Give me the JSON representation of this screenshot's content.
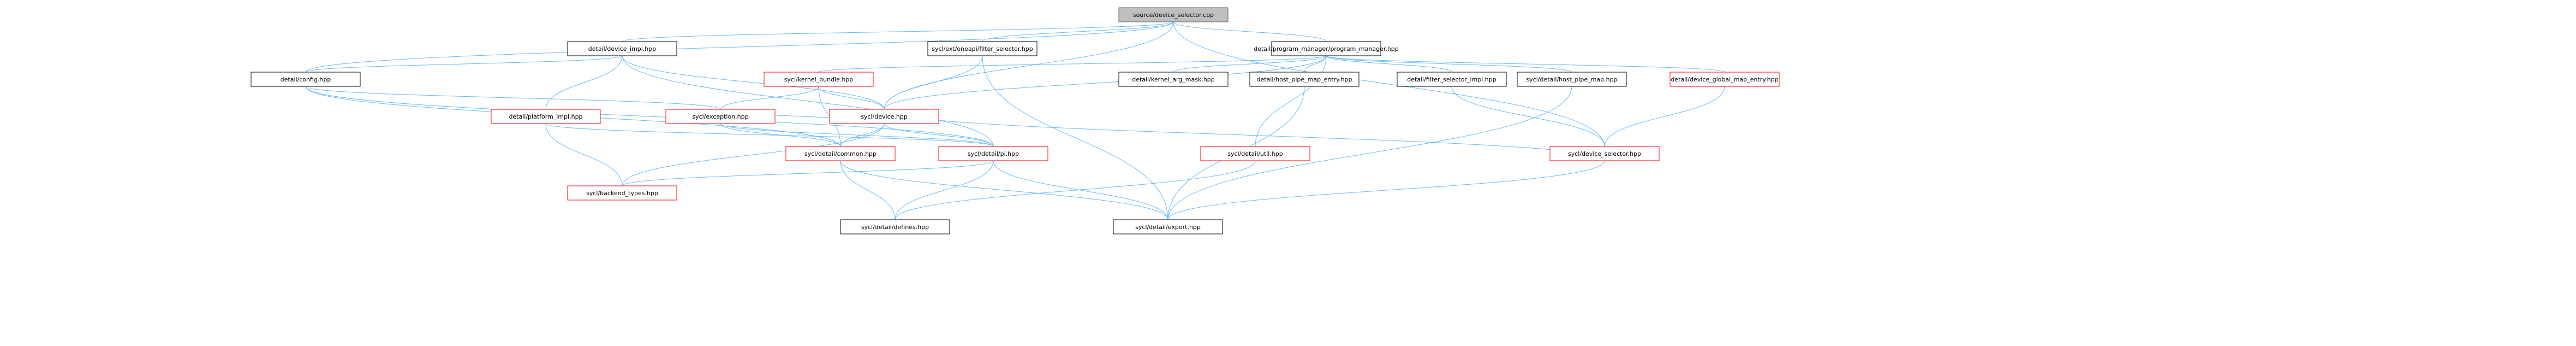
{
  "root": {
    "id": "root",
    "label": "source/device_selector.cpp",
    "fill": "#bfbfbf",
    "stroke": "#666666"
  },
  "nodes": [
    {
      "id": "n1",
      "label": "detail/device_impl.hpp",
      "fill": "#ffffff",
      "stroke": "#000000"
    },
    {
      "id": "n2",
      "label": "detail/config.hpp",
      "fill": "#ffffff",
      "stroke": "#000000"
    },
    {
      "id": "n3",
      "label": "detail/program_manager/program_manager.hpp",
      "fill": "#ffffff",
      "stroke": "#000000"
    },
    {
      "id": "n4",
      "label": "detail/kernel_arg_mask.hpp",
      "fill": "#ffffff",
      "stroke": "#000000"
    },
    {
      "id": "n5",
      "label": "detail/host_pipe_map_entry.hpp",
      "fill": "#ffffff",
      "stroke": "#000000"
    },
    {
      "id": "n6",
      "label": "detail/filter_selector_impl.hpp",
      "fill": "#ffffff",
      "stroke": "#000000"
    },
    {
      "id": "n7",
      "label": "sycl/detail/host_pipe_map.hpp",
      "fill": "#ffffff",
      "stroke": "#000000"
    },
    {
      "id": "n8",
      "label": "detail/device_global_map_entry.hpp",
      "fill": "#ffffff",
      "stroke": "#ff0000"
    },
    {
      "id": "n9",
      "label": "sycl/ext/oneapi/filter_selector.hpp",
      "fill": "#ffffff",
      "stroke": "#000000"
    },
    {
      "id": "n10",
      "label": "sycl/kernel_bundle.hpp",
      "fill": "#ffffff",
      "stroke": "#ff0000"
    },
    {
      "id": "n11",
      "label": "sycl/device.hpp",
      "fill": "#ffffff",
      "stroke": "#ff0000"
    },
    {
      "id": "n12",
      "label": "sycl/exception.hpp",
      "fill": "#ffffff",
      "stroke": "#ff0000"
    },
    {
      "id": "n13",
      "label": "detail/platform_impl.hpp",
      "fill": "#ffffff",
      "stroke": "#ff0000"
    },
    {
      "id": "n14",
      "label": "sycl/detail/common.hpp",
      "fill": "#ffffff",
      "stroke": "#ff0000"
    },
    {
      "id": "n15",
      "label": "sycl/detail/pi.hpp",
      "fill": "#ffffff",
      "stroke": "#ff0000"
    },
    {
      "id": "n16",
      "label": "sycl/detail/util.hpp",
      "fill": "#ffffff",
      "stroke": "#ff0000"
    },
    {
      "id": "n17",
      "label": "sycl/device_selector.hpp",
      "fill": "#ffffff",
      "stroke": "#ff0000"
    },
    {
      "id": "n18",
      "label": "sycl/detail/defines.hpp",
      "fill": "#ffffff",
      "stroke": "#000000"
    },
    {
      "id": "n19",
      "label": "sycl/detail/export.hpp",
      "fill": "#ffffff",
      "stroke": "#000000"
    },
    {
      "id": "n20",
      "label": "sycl/backend_types.hpp",
      "fill": "#ffffff",
      "stroke": "#ff0000"
    }
  ],
  "edges": [
    [
      "root",
      "n1"
    ],
    [
      "root",
      "n2"
    ],
    [
      "root",
      "n3"
    ],
    [
      "root",
      "n9"
    ],
    [
      "root",
      "n11"
    ],
    [
      "root",
      "n17"
    ],
    [
      "n1",
      "n2"
    ],
    [
      "n1",
      "n13"
    ],
    [
      "n1",
      "n11"
    ],
    [
      "n1",
      "n15"
    ],
    [
      "n2",
      "n12"
    ],
    [
      "n2",
      "n14"
    ],
    [
      "n2",
      "n15"
    ],
    [
      "n3",
      "n4"
    ],
    [
      "n3",
      "n5"
    ],
    [
      "n3",
      "n6"
    ],
    [
      "n3",
      "n7"
    ],
    [
      "n3",
      "n8"
    ],
    [
      "n3",
      "n10"
    ],
    [
      "n3",
      "n11"
    ],
    [
      "n3",
      "n16"
    ],
    [
      "n5",
      "n19"
    ],
    [
      "n6",
      "n17"
    ],
    [
      "n7",
      "n19"
    ],
    [
      "n8",
      "n17"
    ],
    [
      "n9",
      "n11"
    ],
    [
      "n9",
      "n19"
    ],
    [
      "n10",
      "n11"
    ],
    [
      "n10",
      "n12"
    ],
    [
      "n10",
      "n14"
    ],
    [
      "n11",
      "n12"
    ],
    [
      "n11",
      "n14"
    ],
    [
      "n11",
      "n15"
    ],
    [
      "n11",
      "n20"
    ],
    [
      "n12",
      "n14"
    ],
    [
      "n12",
      "n15"
    ],
    [
      "n13",
      "n15"
    ],
    [
      "n13",
      "n20"
    ],
    [
      "n14",
      "n18"
    ],
    [
      "n14",
      "n19"
    ],
    [
      "n15",
      "n18"
    ],
    [
      "n15",
      "n19"
    ],
    [
      "n15",
      "n20"
    ],
    [
      "n16",
      "n18"
    ],
    [
      "n17",
      "n11"
    ],
    [
      "n17",
      "n19"
    ]
  ]
}
